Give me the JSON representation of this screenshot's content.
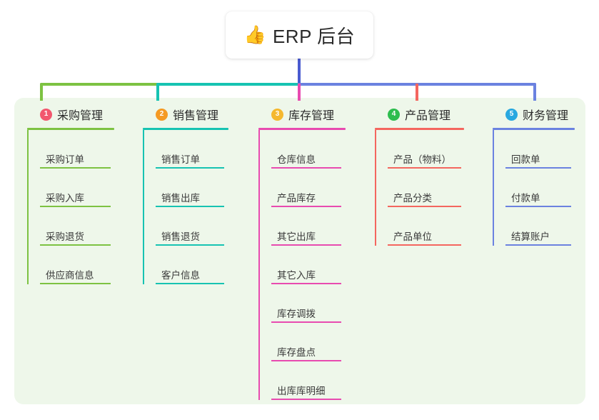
{
  "root": {
    "emoji": "👍",
    "emoji_name": "thumbs-up-icon",
    "title": "ERP 后台"
  },
  "theme": {
    "panel_bg": "#eef7ea",
    "page_bg": "#ffffff",
    "root_text": "#2b2b2b",
    "item_text": "#3a3a3a",
    "trunk": "#4a5bd0"
  },
  "columns": [
    {
      "number": "1",
      "label": "采购管理",
      "badge_color": "#f2576e",
      "line_color": "#7dc242",
      "drop_color": "#7dc242",
      "items": [
        "采购订单",
        "采购入库",
        "采购退货",
        "供应商信息"
      ]
    },
    {
      "number": "2",
      "label": "销售管理",
      "badge_color": "#f59a23",
      "line_color": "#17c3b2",
      "drop_color": "#17c3b2",
      "items": [
        "销售订单",
        "销售出库",
        "销售退货",
        "客户信息"
      ]
    },
    {
      "number": "3",
      "label": "库存管理",
      "badge_color": "#f5b82e",
      "line_color": "#e84bb0",
      "drop_color": "#e84bb0",
      "items": [
        "仓库信息",
        "产品库存",
        "其它出库",
        "其它入库",
        "库存调拨",
        "库存盘点",
        "出库库明细"
      ]
    },
    {
      "number": "4",
      "label": "产品管理",
      "badge_color": "#2dbd4e",
      "line_color": "#f4665f",
      "drop_color": "#f4665f",
      "items": [
        "产品（物料）",
        "产品分类",
        "产品单位"
      ]
    },
    {
      "number": "5",
      "label": "财务管理",
      "badge_color": "#29a8e0",
      "line_color": "#6b82e0",
      "drop_color": "#6b82e0",
      "items": [
        "回款单",
        "付款单",
        "结算账户"
      ]
    }
  ]
}
